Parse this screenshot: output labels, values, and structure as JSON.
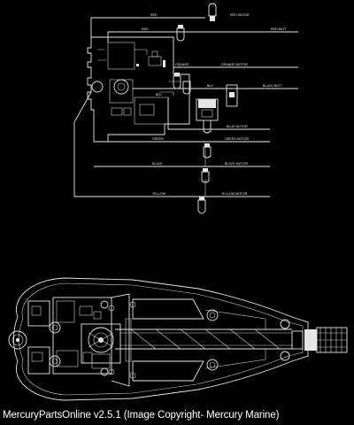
{
  "app": {
    "caption": "MercuryPartsOnline v2.5.1 (Image Copyright- Mercury Marine)"
  },
  "wiring": {
    "labels": [
      "RED",
      "RED MOTOR",
      "RED",
      "RED BATT",
      "ORANGE",
      "ORANGE MOTOR",
      "BLK",
      "BLACK BATT",
      "BLK",
      "BLUE MOTOR",
      "GREEN",
      "GREEN MOTOR",
      "BLACK",
      "BLACK MOTOR",
      "YELLOW",
      "YELLOW MOTOR"
    ]
  },
  "colors": {
    "background": "#000000",
    "line": "#e6e6e6",
    "text": "#ffffff"
  }
}
